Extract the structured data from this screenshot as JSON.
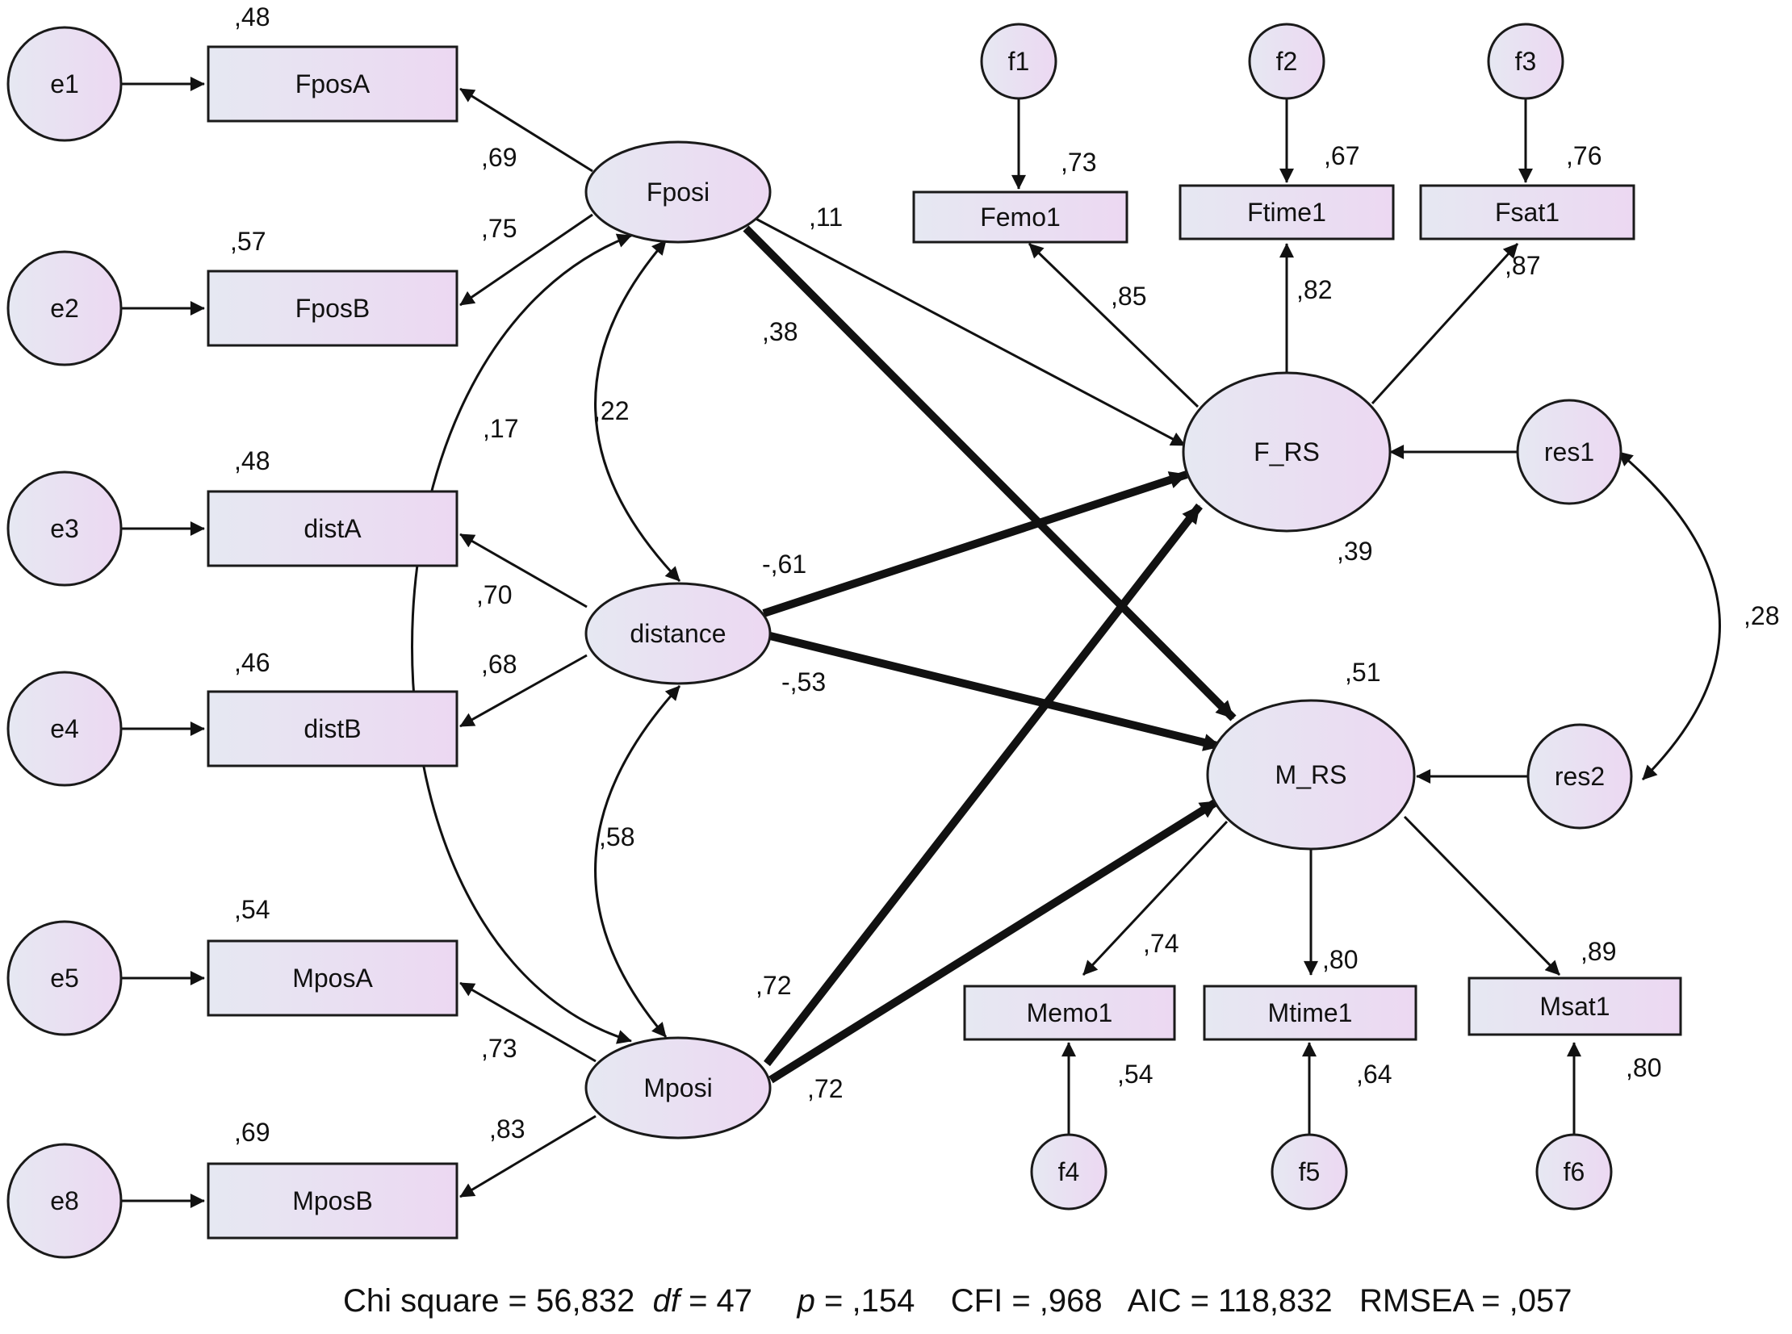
{
  "diagram": {
    "title": "",
    "colors": {
      "fill_light": "#e6e8f2",
      "fill_pink": "#ecd8f2",
      "stroke": "#1a1a1a"
    },
    "nodes": {
      "e1": "e1",
      "e2": "e2",
      "e3": "e3",
      "e4": "e4",
      "e5": "e5",
      "e8": "e8",
      "FposA": "FposA",
      "FposB": "FposB",
      "distA": "distA",
      "distB": "distB",
      "MposA": "MposA",
      "MposB": "MposB",
      "Fposi": "Fposi",
      "distance": "distance",
      "Mposi": "Mposi",
      "F_RS": "F_RS",
      "M_RS": "M_RS",
      "res1": "res1",
      "res2": "res2",
      "f1": "f1",
      "f2": "f2",
      "f3": "f3",
      "f4": "f4",
      "f5": "f5",
      "f6": "f6",
      "Femo1": "Femo1",
      "Ftime1": "Ftime1",
      "Fsat1": "Fsat1",
      "Memo1": "Memo1",
      "Mtime1": "Mtime1",
      "Msat1": "Msat1"
    },
    "labels": {
      "r2_FposA": ",48",
      "r2_FposB": ",57",
      "r2_distA": ",48",
      "r2_distB": ",46",
      "r2_MposA": ",54",
      "r2_MposB": ",69",
      "load_FposA": ",69",
      "load_FposB": ",75",
      "load_distA": ",70",
      "load_distB": ",68",
      "load_MposA": ",73",
      "load_MposB": ",83",
      "cov_Fposi_distance": ",22",
      "cov_Fposi_Mposi": ",17",
      "cov_distance_Mposi": ",58",
      "path_Fposi_FRS": ",11",
      "path_Fposi_MRS": ",38",
      "path_distance_FRS": "-,61",
      "path_distance_MRS": "-,53",
      "path_Mposi_FRS": ",72",
      "path_Mposi_MRS": ",72",
      "r2_FRS": ",39",
      "r2_MRS": ",51",
      "cov_res": ",28",
      "load_Femo1": ",85",
      "load_Ftime1": ",82",
      "load_Fsat1": ",87",
      "r2_Femo1": ",73",
      "r2_Ftime1": ",67",
      "r2_Fsat1": ",76",
      "load_Memo1": ",74",
      "load_Mtime1": ",80",
      "load_Msat1": ",89",
      "r2_Memo1": ",54",
      "r2_Mtime1": ",64",
      "r2_Msat1": ",80"
    },
    "fit": {
      "chi_label": "Chi square = 56,832",
      "df_sym": "df",
      "df_val": " = 47",
      "p_sym": "p",
      "p_val": " = ,154",
      "cfi": "CFI = ,968",
      "aic": "AIC = 118,832",
      "rmsea": "RMSEA = ,057"
    }
  }
}
